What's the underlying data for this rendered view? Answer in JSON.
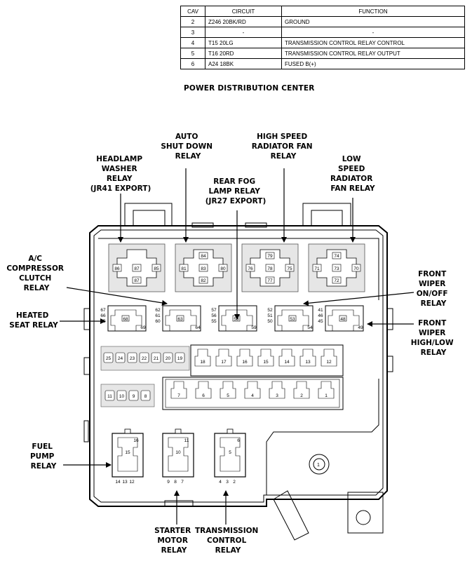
{
  "table": {
    "headers": [
      "CAV",
      "CIRCUIT",
      "FUNCTION"
    ],
    "rows": [
      [
        "2",
        "Z246 20BK/RD",
        "GROUND"
      ],
      [
        "3",
        "-",
        "-"
      ],
      [
        "4",
        "T15 20LG",
        "TRANSMISSION CONTROL RELAY CONTROL"
      ],
      [
        "5",
        "T16 20RD",
        "TRANSMISSION CONTROL RELAY OUTPUT"
      ],
      [
        "6",
        "A24 18BK",
        "FUSED B(+)"
      ]
    ]
  },
  "diagram": {
    "title": "POWER DISTRIBUTION CENTER",
    "labels": {
      "headlamp_washer": [
        "HEADLAMP",
        "WASHER",
        "RELAY",
        "(JR41 EXPORT)"
      ],
      "asd": [
        "AUTO",
        "SHUT DOWN",
        "RELAY"
      ],
      "rear_fog": [
        "REAR FOG",
        "LAMP RELAY",
        "(JR27 EXPORT)"
      ],
      "high_speed": [
        "HIGH SPEED",
        "RADIATOR FAN",
        "RELAY"
      ],
      "low_speed": [
        "LOW",
        "SPEED",
        "RADIATOR",
        "FAN RELAY"
      ],
      "ac": [
        "A/C",
        "COMPRESSOR",
        "CLUTCH",
        "RELAY"
      ],
      "heated_seat": [
        "HEATED",
        "SEAT RELAY"
      ],
      "wiper_onoff": [
        "FRONT",
        "WIPER",
        "ON/OFF",
        "RELAY"
      ],
      "wiper_hilo": [
        "FRONT",
        "WIPER",
        "HIGH/LOW",
        "RELAY"
      ],
      "fuel_pump": [
        "FUEL",
        "PUMP",
        "RELAY"
      ],
      "starter": [
        "STARTER",
        "MOTOR",
        "RELAY"
      ],
      "transmission": [
        "TRANSMISSION",
        "CONTROL",
        "RELAY"
      ]
    },
    "top_relays": [
      {
        "c": "87",
        "l": "86",
        "r": "85",
        "b": "87"
      },
      {
        "c": "83",
        "l": "81",
        "r": "80",
        "b": "82",
        "t": "84"
      },
      {
        "c": "78",
        "l": "76",
        "r": "75",
        "b": "77",
        "t": "79"
      },
      {
        "c": "73",
        "l": "71",
        "r": "70",
        "b": "72",
        "t": "74"
      }
    ],
    "mid_relays": [
      {
        "p": [
          "67",
          "66",
          "65"
        ],
        "c": "68",
        "r": "69"
      },
      {
        "p": [
          "62",
          "61",
          "60"
        ],
        "c": "63",
        "r": "64"
      },
      {
        "p": [
          "57",
          "56",
          "55"
        ],
        "c": "58",
        "r": "59"
      },
      {
        "p": [
          "52",
          "51",
          "50"
        ],
        "c": "53",
        "r": "54"
      },
      {
        "p": [
          "41",
          "46",
          "45"
        ],
        "c": "48",
        "r": "49"
      }
    ],
    "fuses_row1": [
      "18",
      "17",
      "16",
      "15",
      "14",
      "13",
      "12"
    ],
    "fuses_row2": [
      "7",
      "6",
      "5",
      "4",
      "3",
      "2",
      "1"
    ],
    "mini_fuses_a": [
      "25",
      "24",
      "23",
      "22",
      "21",
      "20",
      "19"
    ],
    "mini_fuses_b": [
      "11",
      "10",
      "9",
      "8"
    ],
    "bottom_relays": [
      {
        "top": "16",
        "mid": "15",
        "pins": [
          "14",
          "13",
          "12"
        ]
      },
      {
        "top": "11",
        "mid": "10",
        "pins": [
          "9",
          "8",
          "7"
        ]
      },
      {
        "top": "6",
        "mid": "5",
        "pins": [
          "4",
          "3",
          "2"
        ]
      }
    ],
    "cavity_label": "1"
  }
}
